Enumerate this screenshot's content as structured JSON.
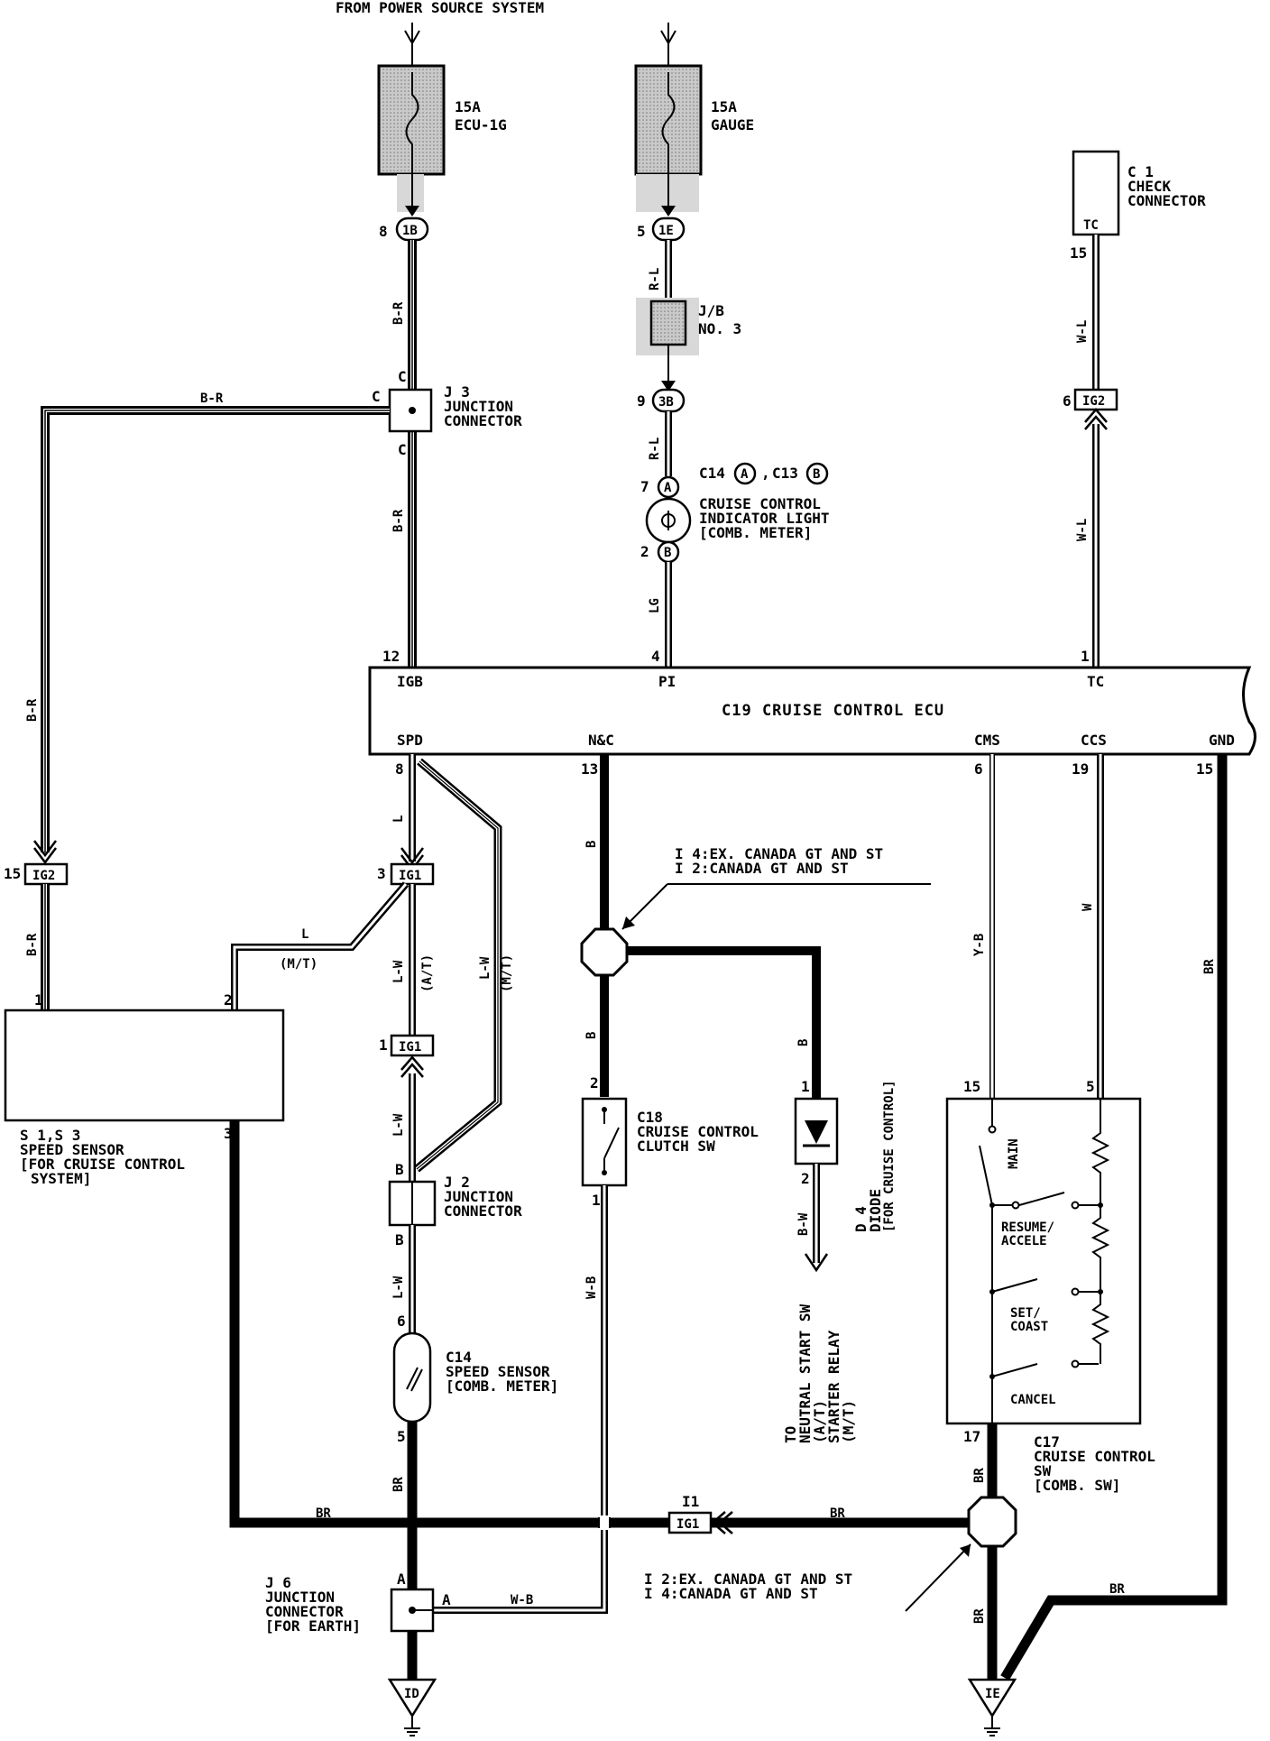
{
  "header": {
    "power_source": "FROM POWER SOURCE SYSTEM"
  },
  "fuses": {
    "ecu": {
      "rating": "15A",
      "name": "ECU-1G"
    },
    "gauge": {
      "rating": "15A",
      "name": "GAUGE"
    }
  },
  "check_connector": {
    "id": "C 1",
    "line1": "CHECK",
    "line2": "CONNECTOR",
    "pin_label": "TC",
    "pin": "15"
  },
  "jb": {
    "line1": "J/B",
    "line2": "NO. 3"
  },
  "connectors": {
    "c1B": {
      "pin": "8",
      "code": "1B"
    },
    "c1E": {
      "pin": "5",
      "code": "1E"
    },
    "c3B": {
      "pin": "9",
      "code": "3B"
    },
    "ig2_tc": {
      "pin": "6",
      "code": "IG2"
    },
    "ig2_left": {
      "pin": "15",
      "code": "IG2"
    },
    "ig1_top": {
      "pin": "3",
      "code": "IG1"
    },
    "ig1_mid": {
      "pin": "1",
      "code": "IG1"
    },
    "ig1_bottom": {
      "id": "I1",
      "code": "IG1"
    }
  },
  "j3": {
    "id": "J 3",
    "line1": "JUNCTION",
    "line2": "CONNECTOR",
    "pin": "C"
  },
  "indicator": {
    "ref": "C14",
    "ref_a": "A",
    "ref2": "C13",
    "ref_b": "B",
    "line1": "CRUISE CONTROL",
    "line2": "INDICATOR LIGHT",
    "line3": "[COMB. METER]",
    "pin_a": "7",
    "pin_b": "2",
    "pin_a_label": "A",
    "pin_b_label": "B"
  },
  "ecu": {
    "title": "C19  CRUISE CONTROL ECU",
    "pins": {
      "igb": {
        "name": "IGB",
        "num": "12"
      },
      "pi": {
        "name": "PI",
        "num": "4"
      },
      "tc": {
        "name": "TC",
        "num": "1"
      },
      "spd": {
        "name": "SPD",
        "num": "8"
      },
      "nc": {
        "name": "N&C",
        "num": "13"
      },
      "cms": {
        "name": "CMS",
        "num": "6"
      },
      "ccs": {
        "name": "CCS",
        "num": "19"
      },
      "gnd": {
        "name": "GND",
        "num": "15"
      }
    }
  },
  "wires": {
    "br_top": "B-R",
    "br_mid": "B-R",
    "br_left": "B-R",
    "br_left2": "B-R",
    "br_j3": "B-R",
    "rl1": "R-L",
    "rl2": "R-L",
    "lg": "LG",
    "wl1": "W-L",
    "wl2": "W-L",
    "l_top": "L",
    "l_left": "L",
    "mt1": "(M/T)",
    "lw1": "L-W",
    "at": "(A/T)",
    "lw2": "L-W",
    "mt2": "(M/T)",
    "lw3": "L-W",
    "lw4": "L-W",
    "b_j2": "B",
    "b_j2b": "B",
    "br_c14": "BR",
    "b1": "B",
    "b2": "B",
    "b3": "B",
    "bw": "B-W",
    "wb_v": "W-B",
    "wb_h": "W-B",
    "yb": "Y-B",
    "w": "W",
    "br_gnd": "BR",
    "br_bottom": "BR",
    "br_bottom2": "BR",
    "br_sw": "BR",
    "br_ie": "BR",
    "br_right": "BR"
  },
  "speed_sensor": {
    "id": "S 1,S 3",
    "line1": "SPEED SENSOR",
    "line2": "[FOR CRUISE CONTROL",
    "line3": "SYSTEM]",
    "pin1": "1",
    "pin2": "2",
    "pin3": "3"
  },
  "junction_note1": {
    "line1": "I 4:EX. CANADA GT AND ST",
    "line2": "I 2:CANADA GT AND ST"
  },
  "junction_note2": {
    "line1": "I 2:EX. CANADA GT AND ST",
    "line2": "I 4:CANADA GT AND ST"
  },
  "j2": {
    "id": "J 2",
    "line1": "JUNCTION",
    "line2": "CONNECTOR",
    "pin_top": "B",
    "pin_bot": "B"
  },
  "c14_sensor": {
    "id": "C14",
    "line1": "SPEED SENSOR",
    "line2": "[COMB. METER]",
    "pin_top": "6",
    "pin_bot": "5"
  },
  "clutch": {
    "id": "C18",
    "line1": "CRUISE CONTROL",
    "line2": "CLUTCH SW",
    "pin_top": "2",
    "pin_bot": "1"
  },
  "diode": {
    "id": "D 4",
    "line1": "DIODE",
    "line2": "[FOR CRUISE CONTROL]",
    "pin_top": "1",
    "pin_bot": "2"
  },
  "starter": {
    "line1": "TO",
    "line2": "NEUTRAL START SW",
    "line3": "(A/T)",
    "line4": "STARTER RELAY",
    "line5": "(M/T)"
  },
  "cc_switch": {
    "id": "C17",
    "line1": "CRUISE CONTROL",
    "line2": "SW",
    "line3": "[COMB. SW]",
    "main": "MAIN",
    "resume1": "RESUME/",
    "resume2": "ACCELE",
    "set1": "SET/",
    "set2": "COAST",
    "cancel": "CANCEL",
    "pin_top_left": "15",
    "pin_top_right": "5",
    "pin_bottom": "17"
  },
  "j6": {
    "id": "J 6",
    "line1": "JUNCTION",
    "line2": "CONNECTOR",
    "line3": "[FOR EARTH]",
    "pin_top": "A",
    "pin_right": "A"
  },
  "grounds": {
    "id": "ID",
    "ie": "IE"
  }
}
